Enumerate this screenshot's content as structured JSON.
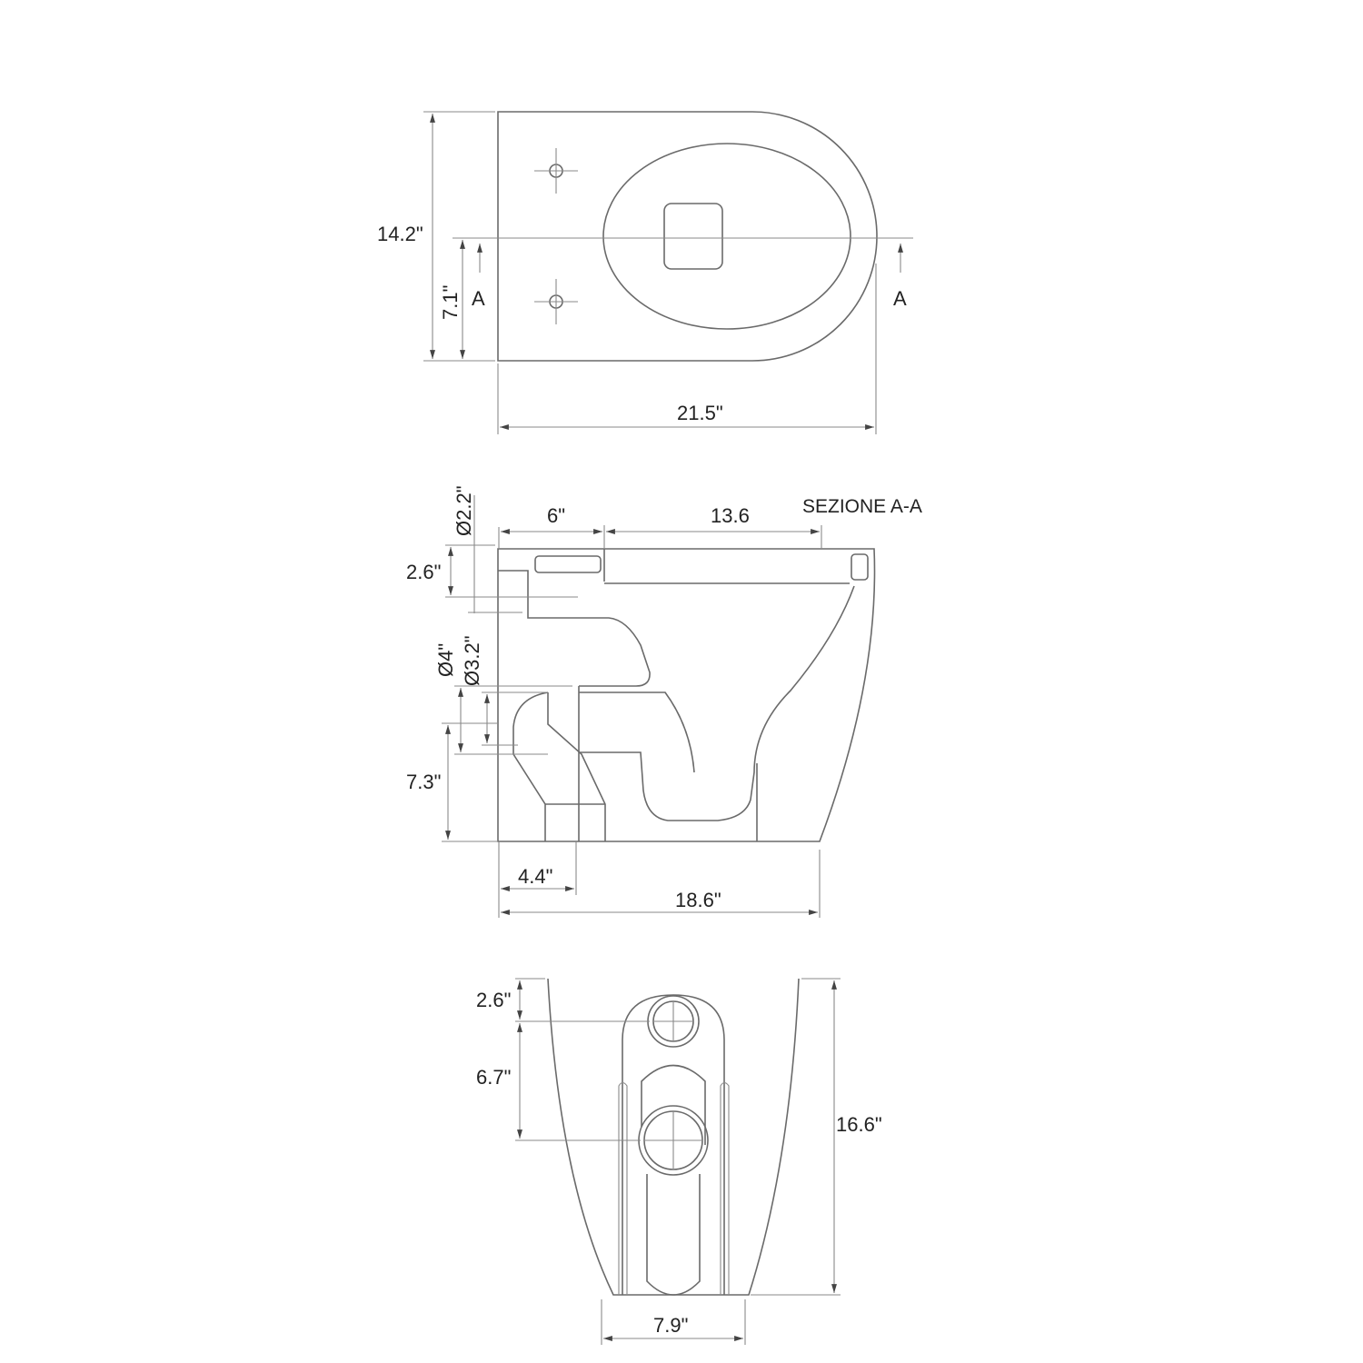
{
  "top_view": {
    "width_label": "21.5\"",
    "depth_label": "14.2\"",
    "half_depth_label": "7.1\"",
    "section_marker_left": "A",
    "section_marker_right": "A"
  },
  "section_view": {
    "title": "SEZIONE A-A",
    "inlet_diameter_label": "Ø2.2\"",
    "inlet_offset_label": "6\"",
    "bowl_length_label": "13.6",
    "inlet_height_label": "2.6\"",
    "outlet_outer_diameter_label": "Ø4\"",
    "outlet_inner_diameter_label": "Ø3.2\"",
    "outlet_height_label": "7.3\"",
    "outlet_offset_label": "4.4\"",
    "overall_length_label": "18.6\""
  },
  "rear_view": {
    "inlet_from_top_label": "2.6\"",
    "inlet_to_outlet_label": "6.7\"",
    "height_label": "16.6\"",
    "base_width_label": "7.9\""
  }
}
